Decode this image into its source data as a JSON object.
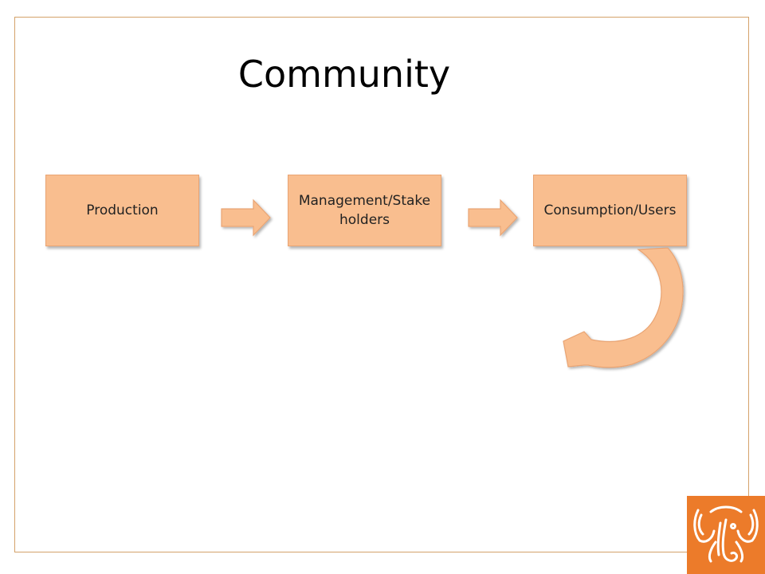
{
  "title": "Community",
  "nodes": [
    {
      "label": "Production"
    },
    {
      "label": "Management/Stakeholders"
    },
    {
      "label": "Consumption/Users"
    }
  ],
  "colors": {
    "box_fill": "#f9be8f",
    "box_border": "#e9a473",
    "arrow_fill": "#f9be8f",
    "frame": "#d4a26a",
    "logo_bg": "#ec7b2a"
  },
  "icons": [
    "right-arrow-icon",
    "curved-return-arrow-icon",
    "elephant-logo-icon"
  ]
}
